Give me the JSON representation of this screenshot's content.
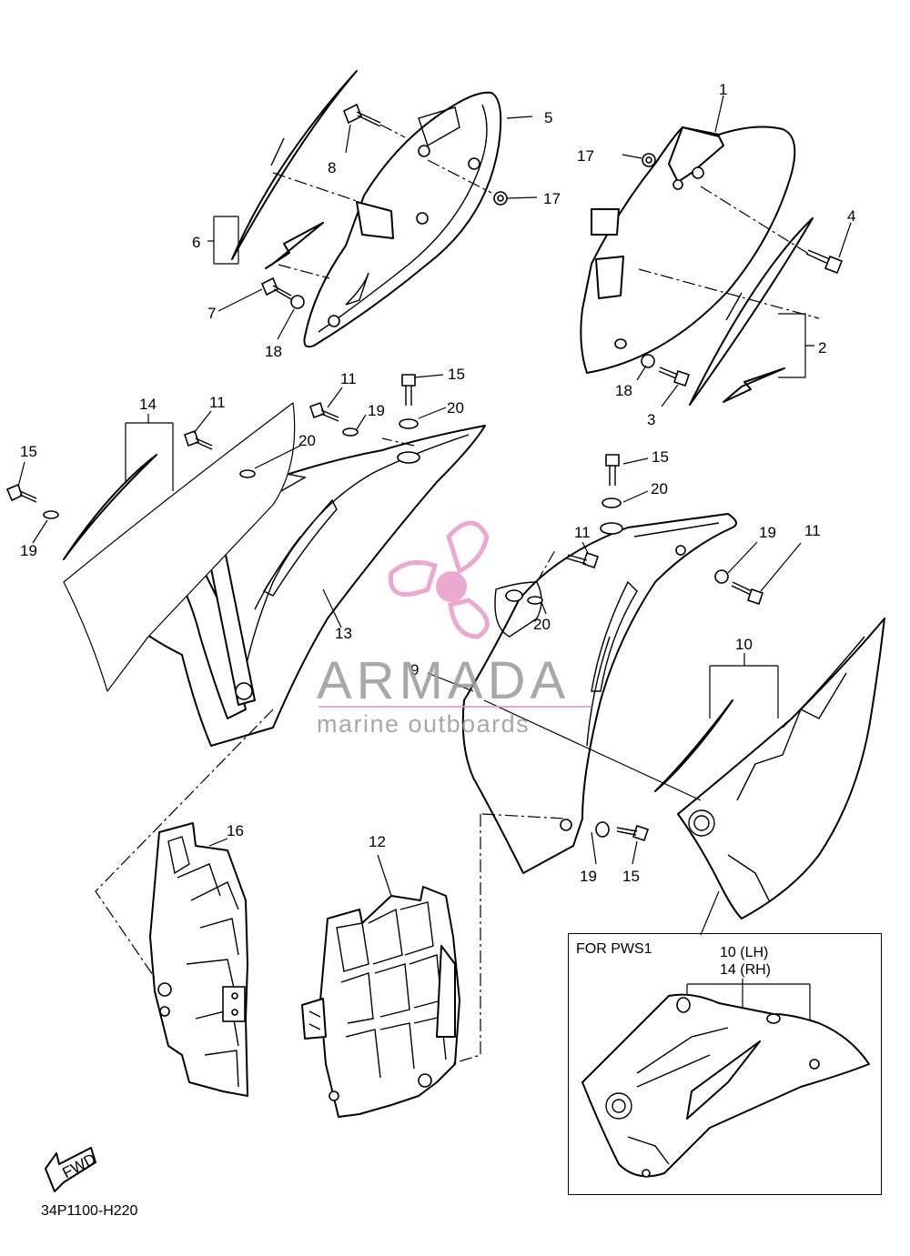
{
  "callouts": [
    {
      "id": "c1",
      "text": "1"
    },
    {
      "id": "c2",
      "text": "2"
    },
    {
      "id": "c3",
      "text": "3"
    },
    {
      "id": "c4",
      "text": "4"
    },
    {
      "id": "c5",
      "text": "5"
    },
    {
      "id": "c6",
      "text": "6"
    },
    {
      "id": "c7",
      "text": "7"
    },
    {
      "id": "c8",
      "text": "8"
    },
    {
      "id": "c9",
      "text": "9"
    },
    {
      "id": "c10",
      "text": "10"
    },
    {
      "id": "c11a",
      "text": "11"
    },
    {
      "id": "c11b",
      "text": "11"
    },
    {
      "id": "c11c",
      "text": "11"
    },
    {
      "id": "c11d",
      "text": "11"
    },
    {
      "id": "c12",
      "text": "12"
    },
    {
      "id": "c13",
      "text": "13"
    },
    {
      "id": "c14",
      "text": "14"
    },
    {
      "id": "c15a",
      "text": "15"
    },
    {
      "id": "c15b",
      "text": "15"
    },
    {
      "id": "c15c",
      "text": "15"
    },
    {
      "id": "c15d",
      "text": "15"
    },
    {
      "id": "c16",
      "text": "16"
    },
    {
      "id": "c17a",
      "text": "17"
    },
    {
      "id": "c17b",
      "text": "17"
    },
    {
      "id": "c18a",
      "text": "18"
    },
    {
      "id": "c18b",
      "text": "18"
    },
    {
      "id": "c19a",
      "text": "19"
    },
    {
      "id": "c19b",
      "text": "19"
    },
    {
      "id": "c19c",
      "text": "19"
    },
    {
      "id": "c19d",
      "text": "19"
    },
    {
      "id": "c20a",
      "text": "20"
    },
    {
      "id": "c20b",
      "text": "20"
    },
    {
      "id": "c20c",
      "text": "20"
    },
    {
      "id": "c20d",
      "text": "20"
    }
  ],
  "inset": {
    "title": "FOR PWS1",
    "label_lh": "10 (LH)",
    "label_rh": "14 (RH)"
  },
  "fwd_label": "FWD",
  "diagram_code": "34P1100-H220",
  "watermark": {
    "brand": "ARMADA",
    "tagline": "marine outboards",
    "color_pink": "#e89bc8",
    "color_gray": "#9a9a9a"
  }
}
